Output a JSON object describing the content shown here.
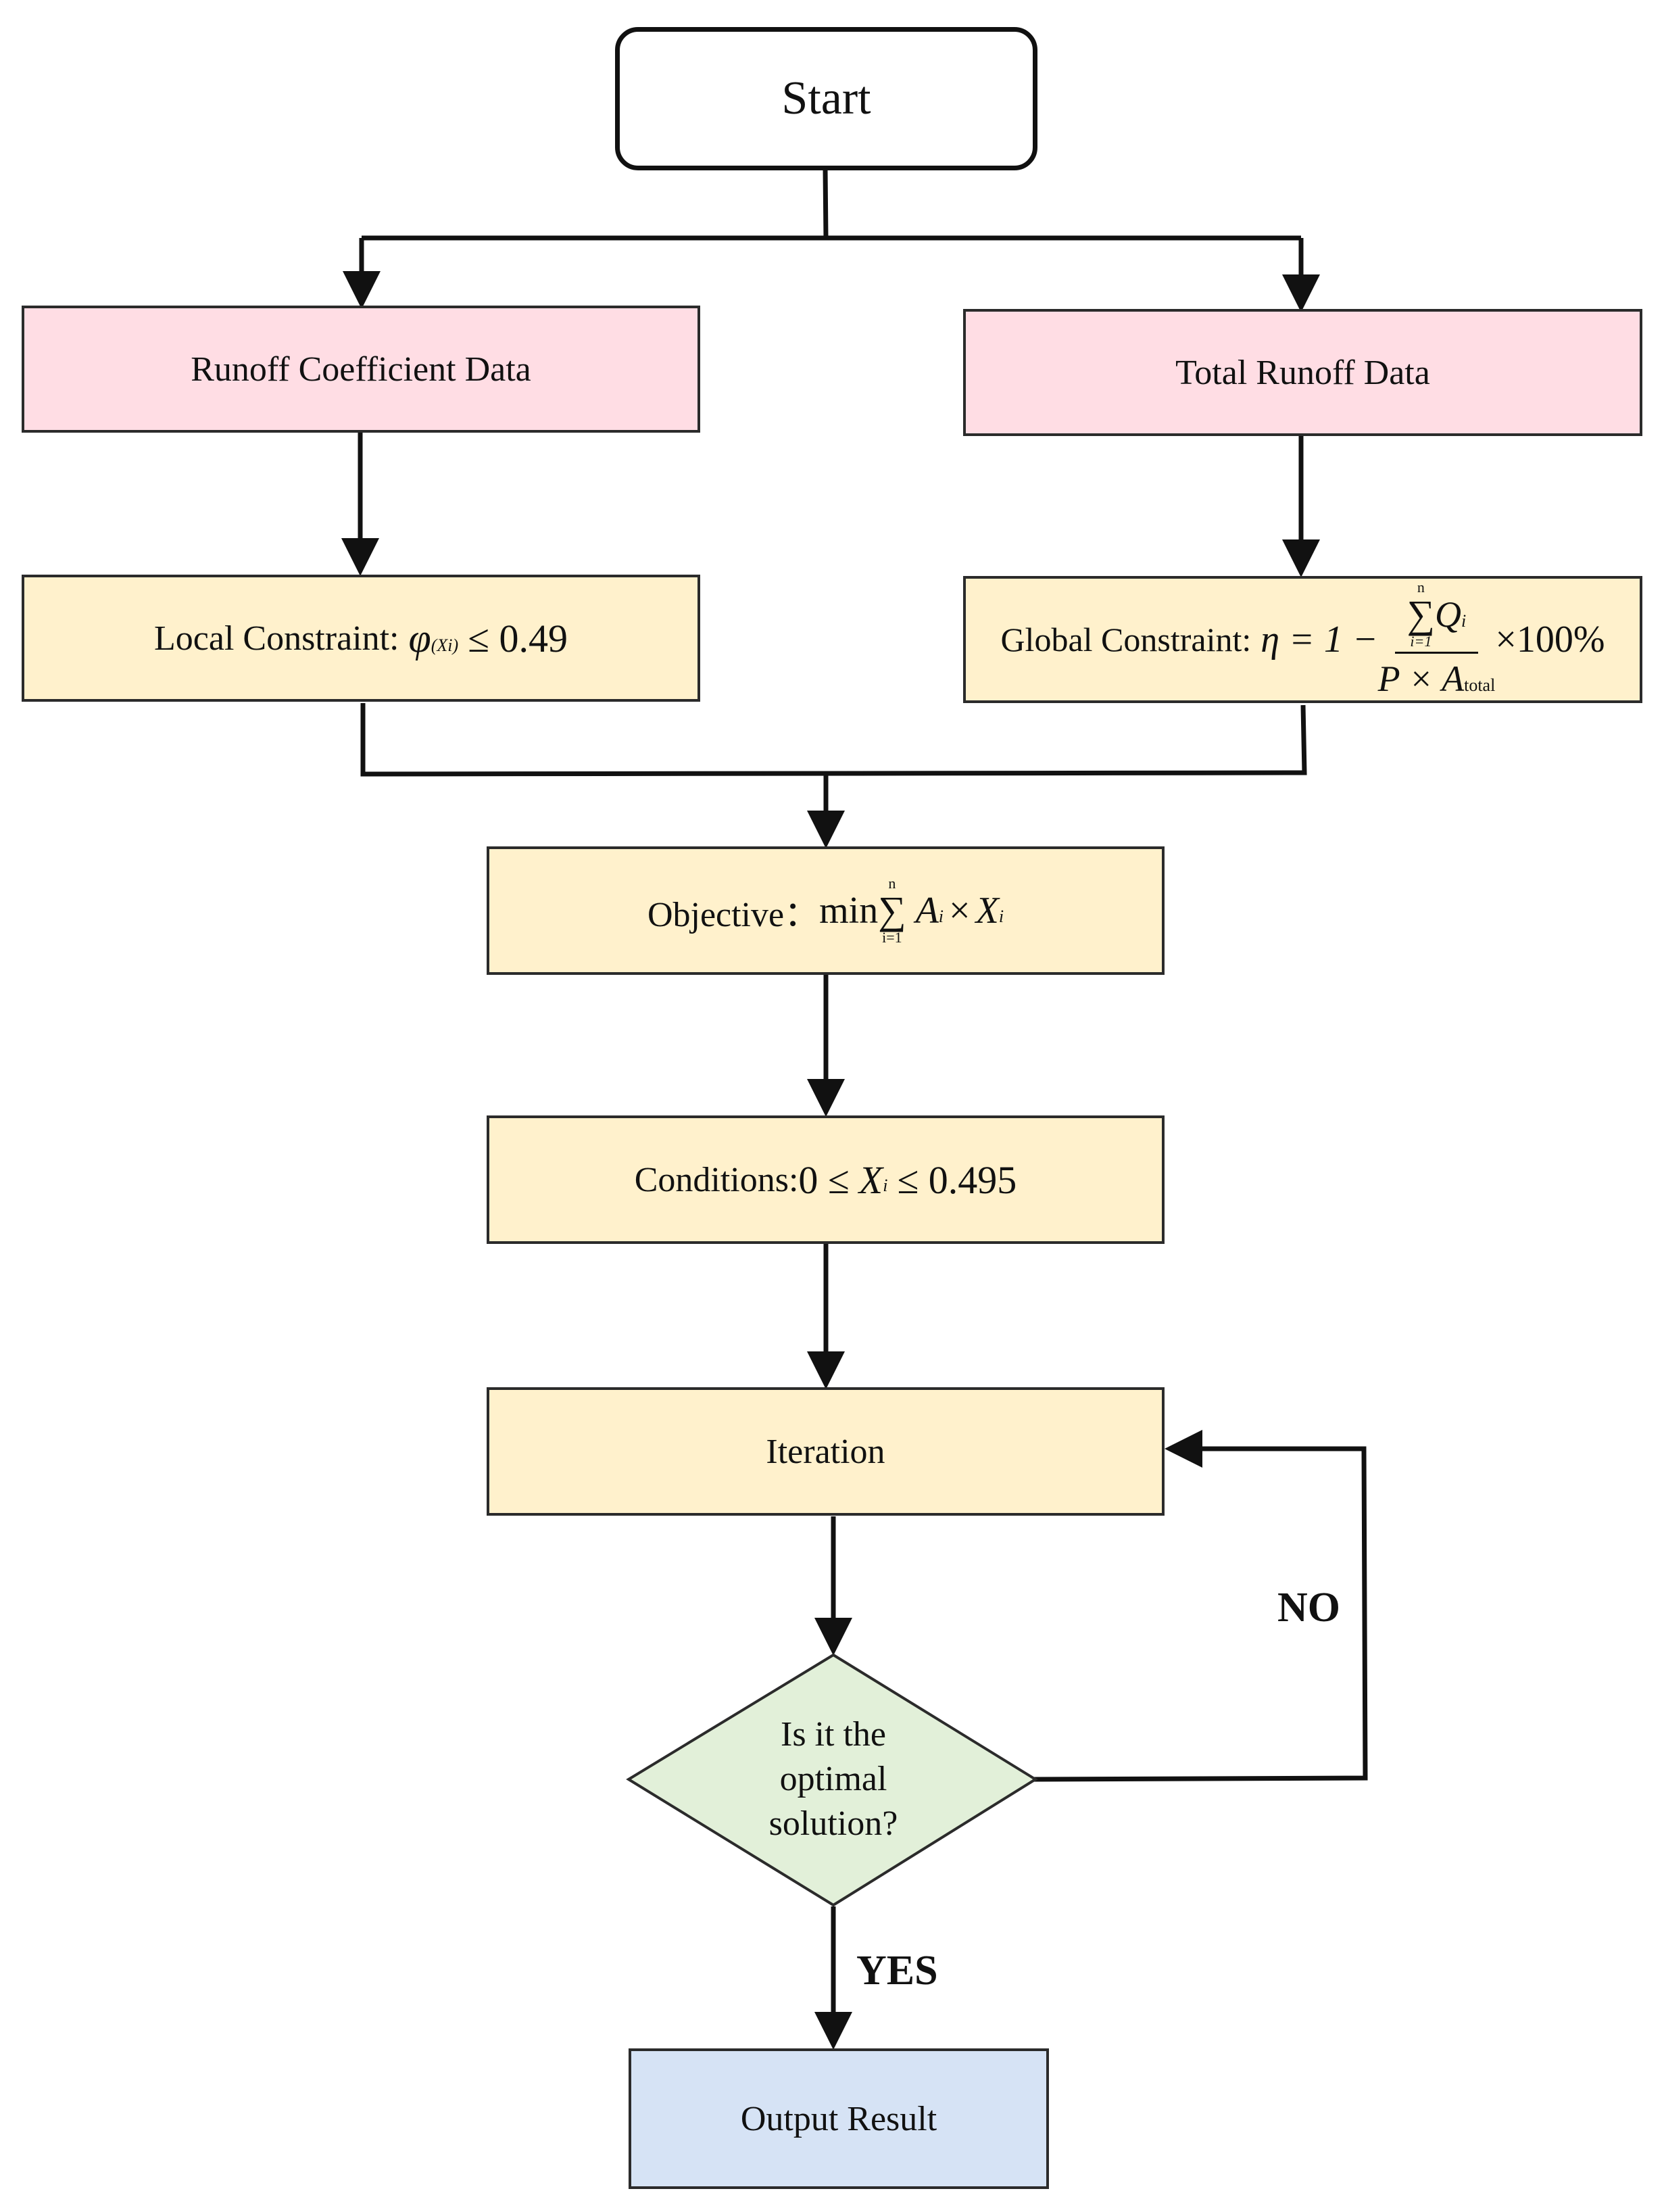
{
  "nodes": {
    "start": "Start",
    "runoff_coefficient": "Runoff Coefficient Data",
    "total_runoff": "Total Runoff Data",
    "local_constraint": {
      "label": "Local Constraint:",
      "phi": "φ",
      "sub": "(Xi)",
      "rhs": "≤ 0.49"
    },
    "global_constraint": {
      "label": "Global Constraint:",
      "lhs": "η = 1 −",
      "sum_upper": "n",
      "sum_lower": "i=1",
      "numerator_var": "Q",
      "numerator_sub": "i",
      "denominator_pre": "P × A",
      "denominator_sub": "total",
      "suffix": "×100%"
    },
    "objective": {
      "label": "Objective：",
      "min": "min",
      "sum_upper": "n",
      "sum_lower": "i=1",
      "term_a": "A",
      "term_a_sub": "i",
      "times": "×",
      "term_x": "X",
      "term_x_sub": "i"
    },
    "conditions": {
      "label": "Conditions:",
      "lower": "0 ≤",
      "var": "X",
      "var_sub": "i",
      "upper": "≤ 0.495"
    },
    "iteration": "Iteration",
    "decision": [
      "Is it the",
      "optimal",
      "solution?"
    ],
    "output": "Output Result"
  },
  "edge_labels": {
    "no": "NO",
    "yes": "YES"
  },
  "colors": {
    "pink": "#ffdde4",
    "yellow": "#fff1cc",
    "green": "#e2f0d9",
    "blue": "#d6e3f5",
    "line": "#111111"
  }
}
